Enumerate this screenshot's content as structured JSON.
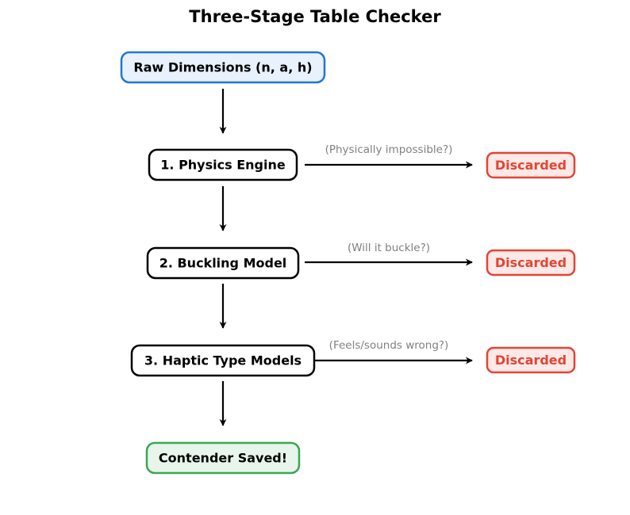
{
  "title": "Three-Stage Table Checker",
  "colors": {
    "start_stroke": "#1f77d4",
    "start_fill": "#e8f1fc",
    "stage_stroke": "#000000",
    "stage_fill": "#ffffff",
    "discard_stroke": "#e24534",
    "discard_fill": "#fde9e7",
    "discard_text": "#e24534",
    "end_stroke": "#3aa655",
    "end_fill": "#e7f5ea",
    "edge": "#000000",
    "edge_label": "#808080"
  },
  "nodes": {
    "raw": "Raw Dimensions (n, a, h)",
    "physics": "1. Physics Engine",
    "buckling": "2. Buckling Model",
    "haptic": "3. Haptic Type Models",
    "saved": "Contender Saved!",
    "discard_1": "Discarded",
    "discard_2": "Discarded",
    "discard_3": "Discarded"
  },
  "edge_labels": {
    "physics_fail": "(Physically impossible?)",
    "buckling_fail": "(Will it buckle?)",
    "haptic_fail": "(Feels/sounds wrong?)"
  }
}
